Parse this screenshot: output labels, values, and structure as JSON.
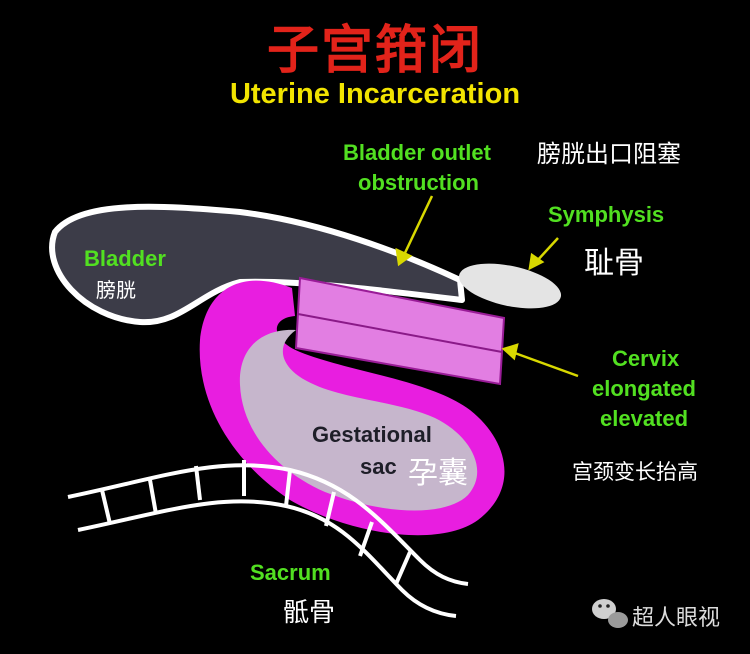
{
  "title": {
    "chinese": "子宫箝闭",
    "english": "Uterine Incarceration"
  },
  "labels": {
    "bladder_outlet_en_1": "Bladder outlet",
    "bladder_outlet_en_2": "obstruction",
    "bladder_outlet_cn": "膀胱出口阻塞",
    "symphysis_en": "Symphysis",
    "symphysis_cn": "耻骨",
    "bladder_en": "Bladder",
    "bladder_cn": "膀胱",
    "cervix_en_1": "Cervix",
    "cervix_en_2": "elongated",
    "cervix_en_3": "elevated",
    "cervix_cn": "宫颈变长抬高",
    "gestational_en_1": "Gestational",
    "gestational_en_2": "sac",
    "gestational_cn": "孕囊",
    "sacrum_en": "Sacrum",
    "sacrum_cn": "骶骨"
  },
  "watermark": {
    "text": "超人眼视"
  },
  "colors": {
    "background": "#000000",
    "title_red": "#e2231a",
    "title_yellow": "#f2e400",
    "label_green": "#52e021",
    "uterus_magenta": "#e81ee0",
    "cervix_pink": "#e27ee2",
    "sac_lavender": "#c6b6cc",
    "bladder_gray": "#3c3c48",
    "arrow_yellow": "#d8d800"
  }
}
